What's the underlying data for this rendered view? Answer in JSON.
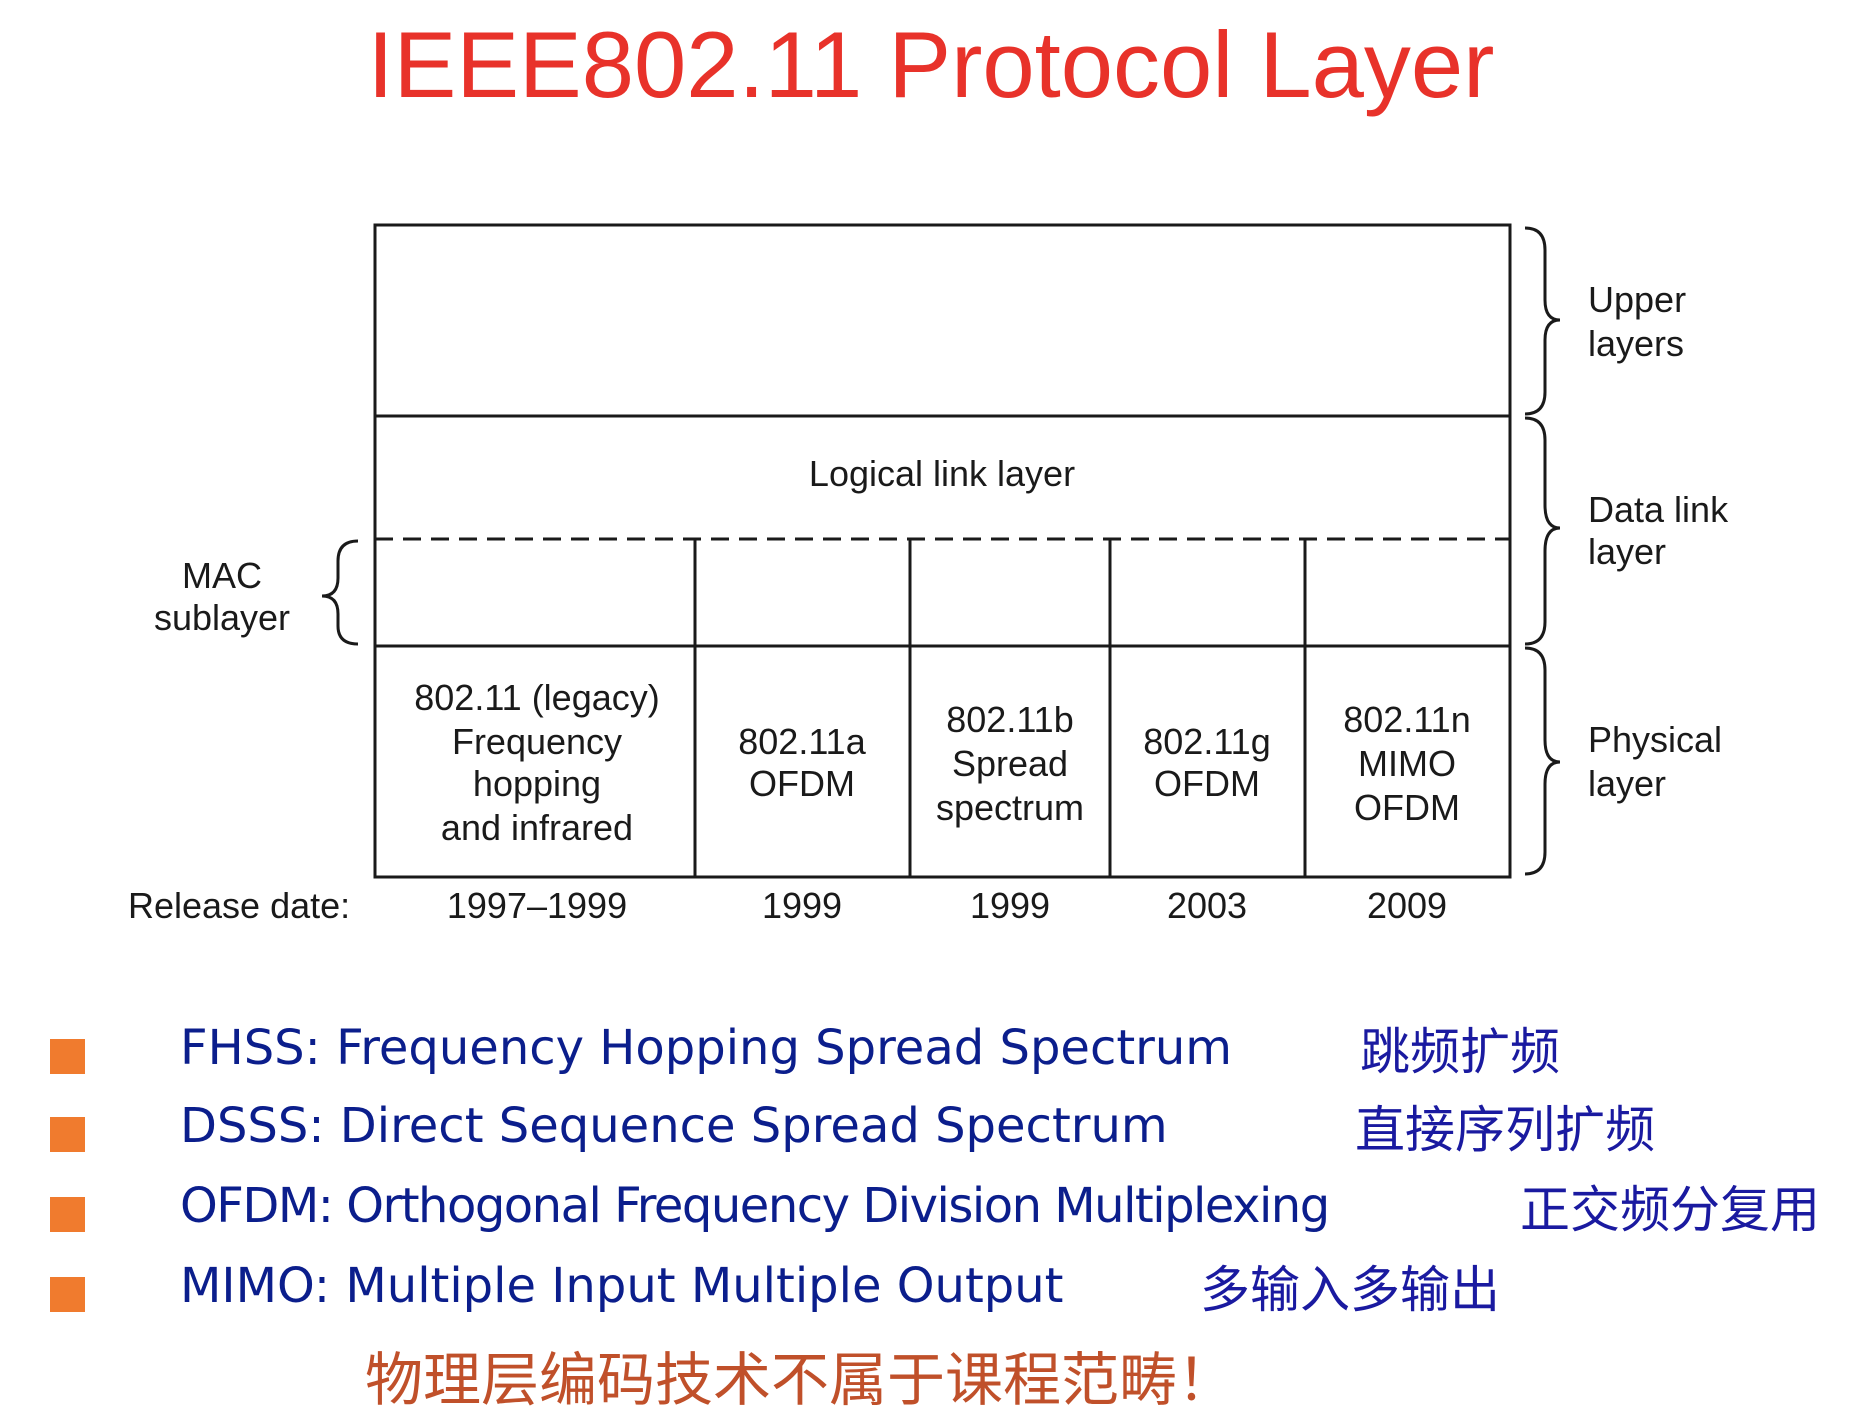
{
  "title": "IEEE802.11 Protocol Layer",
  "diagram": {
    "brackets_right": {
      "upper": [
        "Upper",
        "layers"
      ],
      "data_link": [
        "Data link",
        "layer"
      ],
      "physical": [
        "Physical",
        "layer"
      ]
    },
    "bracket_left": [
      "MAC",
      "sublayer"
    ],
    "logical_link": "Logical link layer",
    "release_label": "Release date:",
    "standards": [
      {
        "lines": [
          "802.11 (legacy)",
          "Frequency",
          "hopping",
          "and infrared"
        ],
        "date": "1997–1999"
      },
      {
        "lines": [
          "802.11a",
          "OFDM"
        ],
        "date": "1999"
      },
      {
        "lines": [
          "802.11b",
          "Spread",
          "spectrum"
        ],
        "date": "1999"
      },
      {
        "lines": [
          "802.11g",
          "OFDM"
        ],
        "date": "2003"
      },
      {
        "lines": [
          "802.11n",
          "MIMO",
          "OFDM"
        ],
        "date": "2009"
      }
    ]
  },
  "bullets": [
    {
      "en": "FHSS: Frequency Hopping Spread Spectrum",
      "cn": "跳频扩频"
    },
    {
      "en": "DSSS: Direct Sequence Spread Spectrum",
      "cn": "直接序列扩频"
    },
    {
      "en": "OFDM: Orthogonal Frequency Division Multiplexing",
      "cn": "正交频分复用"
    },
    {
      "en": "MIMO: Multiple Input Multiple Output",
      "cn": "多输入多输出"
    }
  ],
  "note": "物理层编码技术不属于课程范畴！",
  "colors": {
    "title": "#e8322a",
    "bullet_text": "#0b1e8c",
    "bullet_mark": "#f07b2e",
    "note": "#c0502a"
  }
}
